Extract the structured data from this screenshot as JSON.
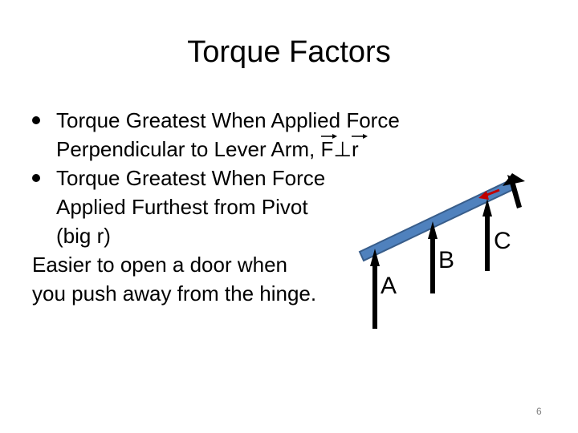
{
  "slide": {
    "title": "Torque Factors",
    "bullet1_line1": "Torque Greatest When Applied Force",
    "bullet1_line2_prefix": "Perpendicular to Lever Arm, ",
    "bullet1_F": "F",
    "bullet1_perp": "⊥",
    "bullet1_r": "r",
    "bullet2_line1": "Torque Greatest When Force",
    "bullet2_line2": "Applied Furthest from Pivot",
    "bullet2_line3": "(big r)",
    "note_line1": "Easier to open a door when",
    "note_line2": "you push away from the hinge.",
    "page_number": "6"
  },
  "diagram": {
    "labels": [
      "A",
      "B",
      "C"
    ],
    "colors": {
      "lever_fill": "#4f81bd",
      "lever_stroke": "#385d8a",
      "arrow": "#000000",
      "r_vector": "#c00000"
    }
  }
}
